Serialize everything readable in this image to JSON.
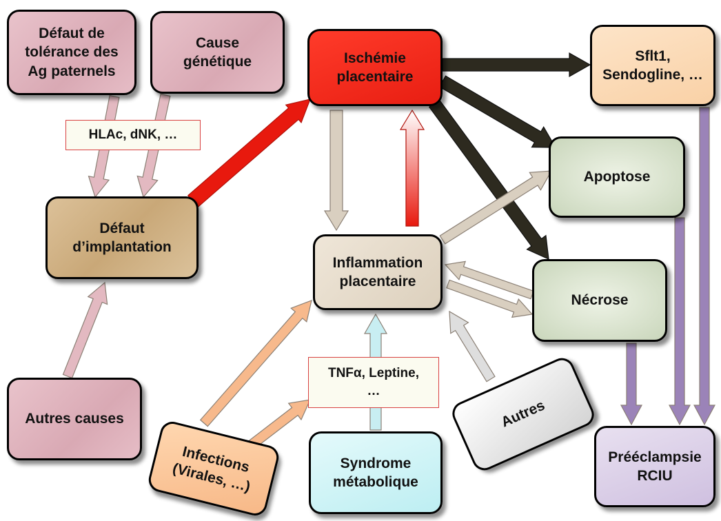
{
  "nodes": {
    "tolerance": "Défaut de\ntolérance des\nAg paternels",
    "genetic": "Cause\ngénétique",
    "ischemia": "Ischémie\nplacentaire",
    "sflt1": "Sflt1,\nSendogline, …",
    "apoptosis": "Apoptose",
    "implantation": "Défaut\nd’implantation",
    "inflammation": "Inflammation\nplacentaire",
    "necrosis": "Nécrose",
    "other_causes": "Autres causes",
    "infections": "Infections\n(Virales, …)",
    "metabolic": "Syndrome\nmétabolique",
    "others": "Autres",
    "preeclampsia": "Prééclampsie\nRCIU"
  },
  "labels": {
    "hla": "HLAc, dNK, …",
    "tnf": "TNFα, Leptine,\n…"
  },
  "colors": {
    "pink_arrow": "#e3b9c1",
    "red": "#e8190e",
    "dark_arrow": "#2d2a1f",
    "beige_arrow": "#d9cfc0",
    "purple_arrow": "#9b83b8",
    "orange_arrow": "#f7b98c",
    "cyan_arrow": "#c8eef2",
    "grey_arrow": "#dedede"
  }
}
